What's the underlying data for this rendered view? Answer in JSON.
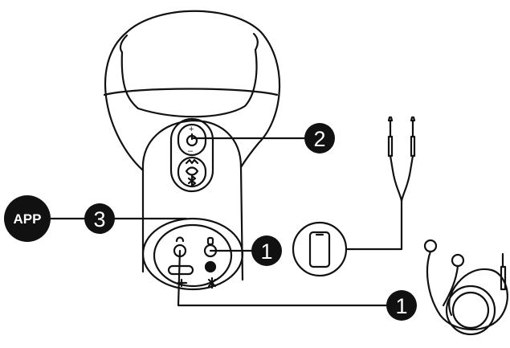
{
  "callouts": {
    "volume_power": "2",
    "app_pairing": "3",
    "headphone_jack": "1",
    "mic_jack": "1"
  },
  "badge": {
    "app": "APP"
  },
  "button_symbols": {
    "plus": "+",
    "minus": "–"
  },
  "colors": {
    "stroke": "#111111",
    "fill": "#ffffff",
    "badge": "#111111"
  }
}
